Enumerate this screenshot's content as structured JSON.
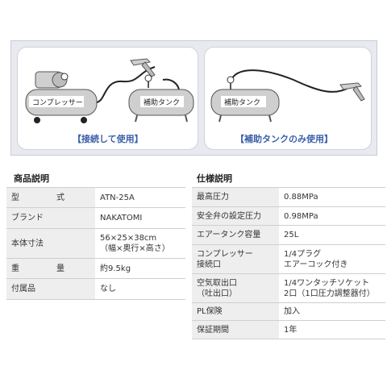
{
  "banner": {
    "left_panel": {
      "compressor_label": "コンプレッサー",
      "tank_label": "補助タンク",
      "caption": "【接続して使用】"
    },
    "right_panel": {
      "tank_label": "補助タンク",
      "caption": "【補助タンクのみ使用】"
    }
  },
  "product": {
    "title": "商品説明",
    "rows": [
      {
        "key": "型　式",
        "value": "ATN-25A"
      },
      {
        "key": "ブランド",
        "value": "NAKATOMI"
      },
      {
        "key": "本体寸法",
        "value": "56×25×38cm",
        "value2": "（幅×奥行×高さ）"
      },
      {
        "key": "重　量",
        "value": "約9.5kg"
      },
      {
        "key": "付属品",
        "value": "なし"
      }
    ]
  },
  "spec": {
    "title": "仕様説明",
    "rows": [
      {
        "key": "最高圧力",
        "value": "0.88MPa"
      },
      {
        "key": "安全弁の設定圧力",
        "value": "0.98MPa"
      },
      {
        "key": "エアータンク容量",
        "value": "25L"
      },
      {
        "key": "コンプレッサー",
        "key2": "接続口",
        "value": "1/4プラグ",
        "value2": "エアーコック付き"
      },
      {
        "key": "空気取出口",
        "key2": "（吐出口）",
        "value": "1/4ワンタッチソケット",
        "value2": "2口（1口圧力調整器付）"
      },
      {
        "key": "PL保険",
        "value": "加入"
      },
      {
        "key": "保証期間",
        "value": "1年"
      }
    ]
  },
  "colors": {
    "caption": "#3a5fa8",
    "panel_bg": "#e8eaf0",
    "key_bg": "#eeeeee"
  }
}
